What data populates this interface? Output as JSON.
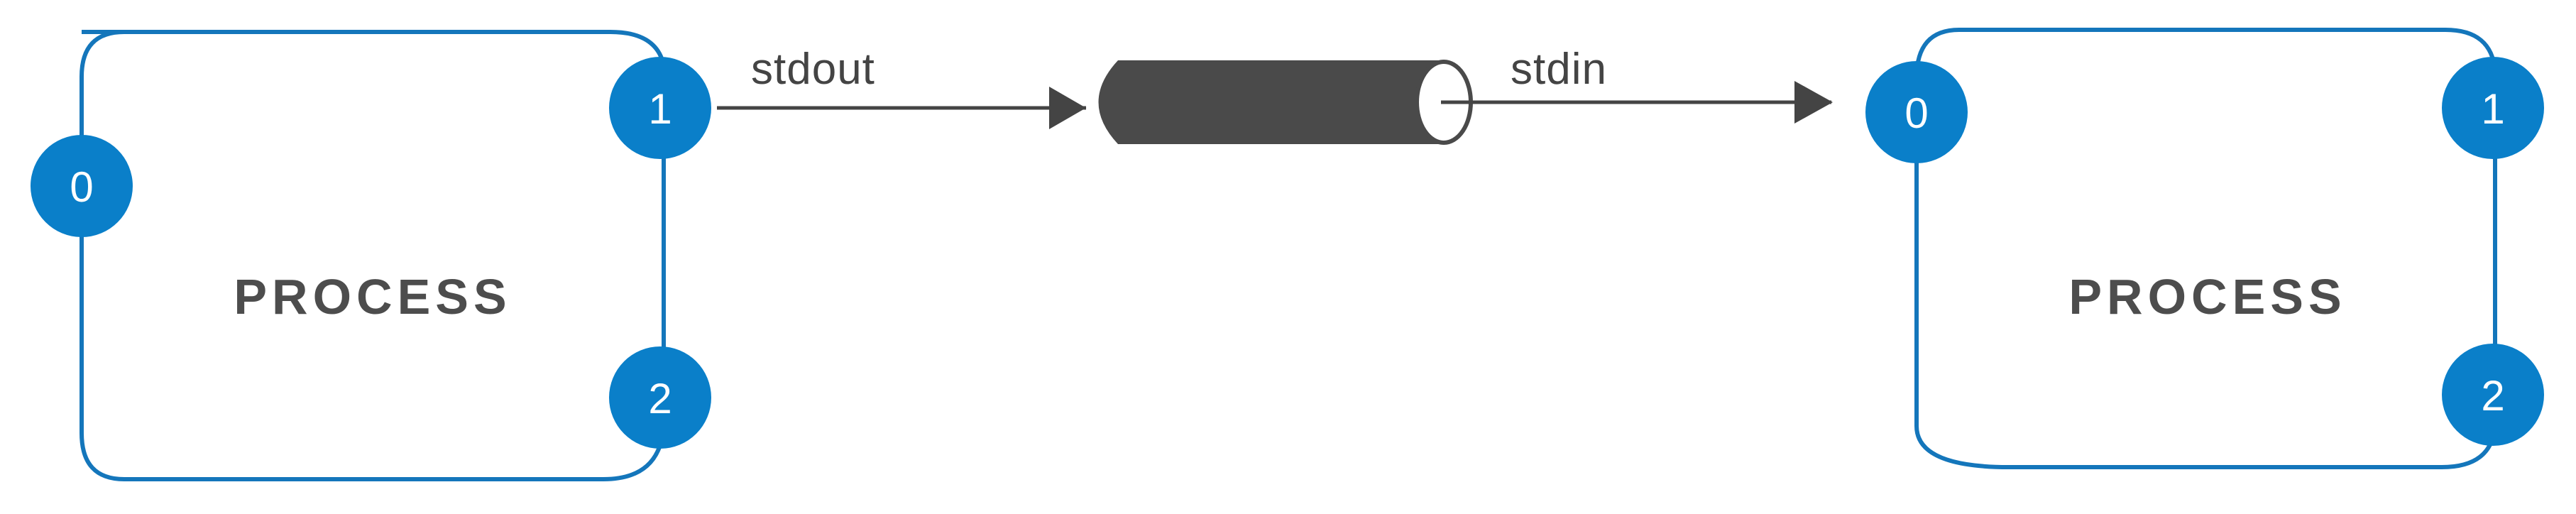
{
  "colors": {
    "fd_blue": "#0a7fc9",
    "outline_blue": "#1476bb",
    "text_dark": "#4d4d4d",
    "pipe_dark": "#4a4a4a",
    "arrow": "#444444",
    "white": "#ffffff"
  },
  "left_process": {
    "label": "PROCESS",
    "fd_stdin": "0",
    "fd_stdout": "1",
    "fd_stderr": "2"
  },
  "right_process": {
    "label": "PROCESS",
    "fd_stdin": "0",
    "fd_stdout": "1",
    "fd_stderr": "2"
  },
  "streams": {
    "stdout_label": "stdout",
    "stdin_label": "stdin"
  },
  "pipe": {
    "icon": "pipe-icon"
  }
}
